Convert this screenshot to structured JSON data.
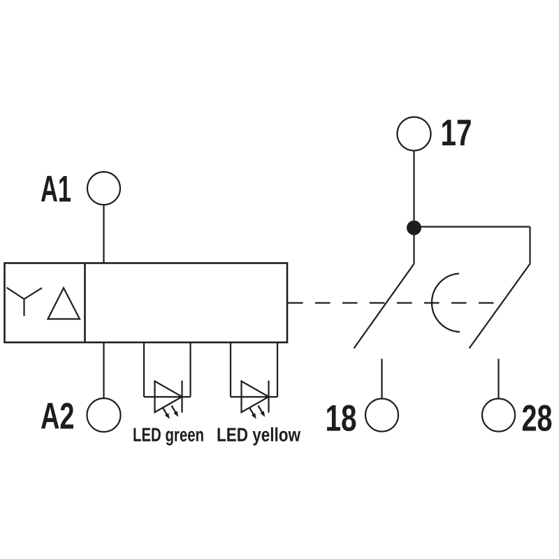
{
  "diagram": {
    "kind": "relay-connection-schematic",
    "background_color": "#ffffff",
    "line_color": "#1d1d1b",
    "coil": {
      "terminal_top": "A1",
      "terminal_bottom": "A2",
      "function_icons": [
        "star-wye-icon",
        "delta-triangle-icon"
      ]
    },
    "indicators": [
      {
        "label": "LED green"
      },
      {
        "label": "LED yellow"
      }
    ],
    "contacts": {
      "common_terminal": "17",
      "contact1_terminal": "18",
      "contact2_terminal": "28",
      "icons": [
        "junction-dot-icon",
        "time-delay-arc-icon",
        "actuation-dashed-link"
      ]
    }
  }
}
